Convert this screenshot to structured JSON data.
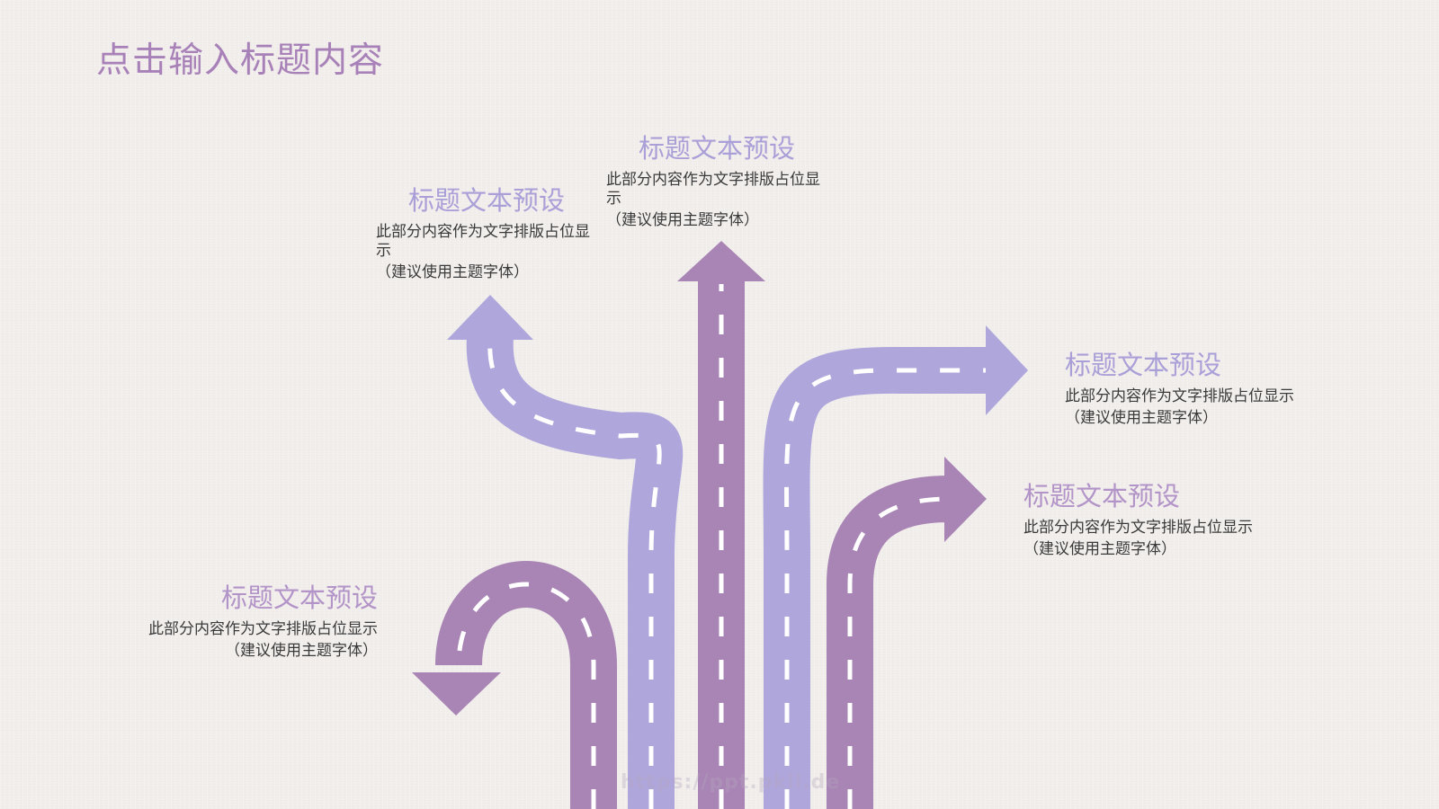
{
  "slide": {
    "title": "点击输入标题内容",
    "watermark": "https://ppt.pkll.de"
  },
  "colors": {
    "background": "#f1eeeb",
    "title": "#a781b7",
    "road_mauve": "#a985b5",
    "road_lilac": "#afa6dc",
    "lane_marking": "#ffffff",
    "body_text": "#3a3a3a"
  },
  "blocks": [
    {
      "id": "top-center",
      "title": "标题文本预设",
      "text": "此部分内容作为文字排版占位显示",
      "sub": "（建议使用主题字体）"
    },
    {
      "id": "upper-left",
      "title": "标题文本预设",
      "text": "此部分内容作为文字排版占位显示",
      "sub": "（建议使用主题字体）"
    },
    {
      "id": "right-upper",
      "title": "标题文本预设",
      "text": "此部分内容作为文字排版占位显示",
      "sub": "（建议使用主题字体）"
    },
    {
      "id": "right-lower",
      "title": "标题文本预设",
      "text": "此部分内容作为文字排版占位显示",
      "sub": "（建议使用主题字体）"
    },
    {
      "id": "lower-left",
      "title": "标题文本预设",
      "text": "此部分内容作为文字排版占位显示",
      "sub": "（建议使用主题字体）"
    }
  ]
}
